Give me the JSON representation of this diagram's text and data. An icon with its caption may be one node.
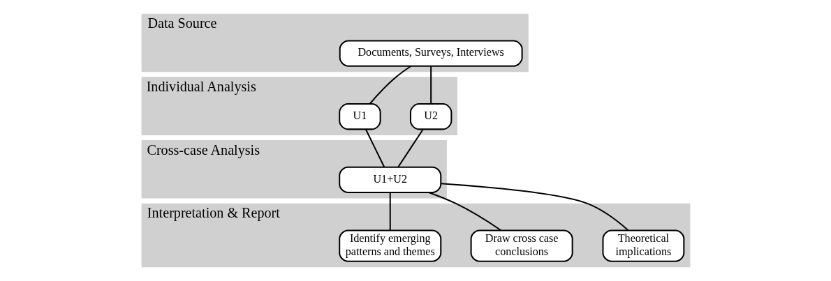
{
  "diagram": {
    "nodes": [
      {
        "text": [
          "Data Source"
        ]
      },
      {
        "text": [
          "Documents, Surveys, Interviews"
        ],
        "in": 0
      },
      {
        "text": [
          "Individual Analysis"
        ]
      },
      {
        "text": [
          "U1"
        ],
        "in": 2
      },
      {
        "text": [
          "U2"
        ],
        "in": 2
      },
      {
        "text": [
          "Cross-case Analysis"
        ]
      },
      {
        "text": [
          "U1+U2"
        ],
        "in": 5
      },
      {
        "text": [
          "Interpretation & Report"
        ]
      },
      {
        "text": [
          "Identify emerging patterns and themes"
        ],
        "in": 7
      },
      {
        "text": [
          "Draw cross case conclusions"
        ],
        "in": 7
      },
      {
        "text": [
          "Theoretical implications"
        ],
        "in": 7
      }
    ],
    "edges": [
      {
        "from": 1,
        "to": 3,
        "arrow": "none"
      },
      {
        "from": 1,
        "to": 4,
        "arrow": "none"
      },
      {
        "from": 3,
        "to": 6,
        "arrow": "none"
      },
      {
        "from": 4,
        "to": 6,
        "arrow": "none"
      },
      {
        "from": 6,
        "to": 8,
        "arrow": "none"
      },
      {
        "from": 6,
        "to": 9,
        "arrow": "none"
      },
      {
        "from": 6,
        "to": 10,
        "arrow": "none"
      }
    ]
  }
}
